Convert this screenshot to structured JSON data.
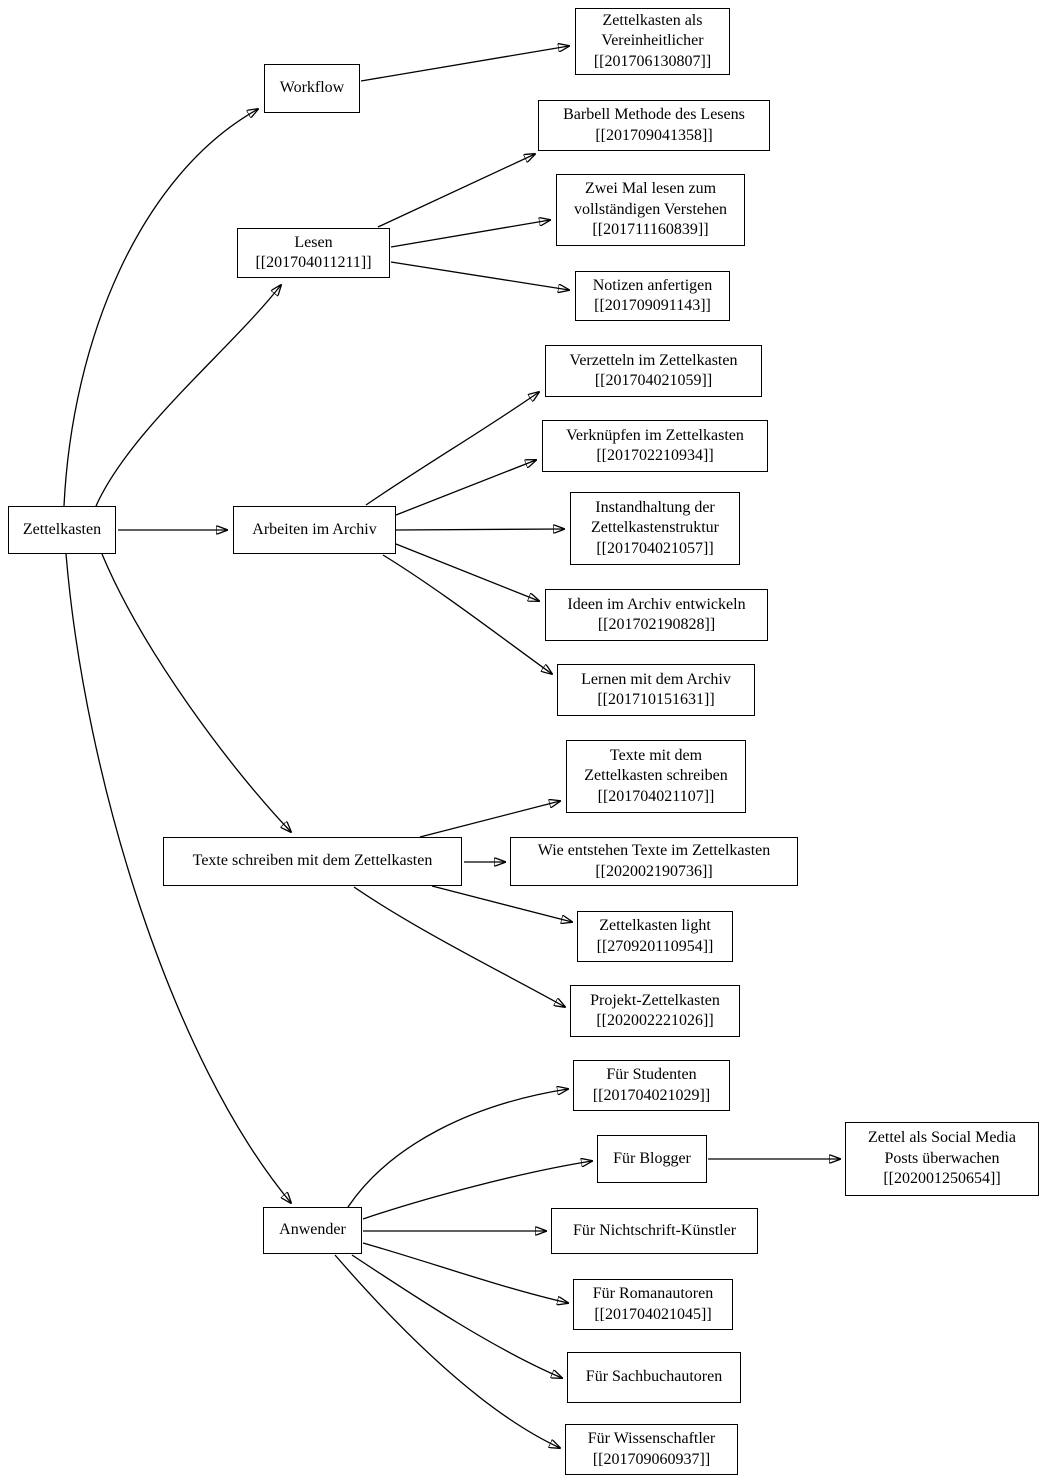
{
  "diagram": {
    "type": "directed-graph",
    "colors": {
      "background": "#ffffff",
      "node_fill": "#ffffff",
      "node_border": "#000000",
      "edge": "#000000",
      "text": "#000000"
    },
    "nodes": {
      "zettelkasten": {
        "label": "Zettelkasten"
      },
      "workflow": {
        "label": "Workflow"
      },
      "vereinheitlicher": {
        "label": "Zettelkasten als\nVereinheitlicher\n[[201706130807]]"
      },
      "lesen": {
        "label": "Lesen\n[[201704011211]]"
      },
      "barbell": {
        "label": "Barbell Methode des Lesens\n[[201709041358]]"
      },
      "zweiMal": {
        "label": "Zwei Mal lesen zum\nvollständigen Verstehen\n[[201711160839]]"
      },
      "notizen": {
        "label": "Notizen anfertigen\n[[201709091143]]"
      },
      "arbeitenImArchiv": {
        "label": "Arbeiten im Archiv"
      },
      "verzetteln": {
        "label": "Verzetteln im Zettelkasten\n[[201704021059]]"
      },
      "verknuepfen": {
        "label": "Verknüpfen im Zettelkasten\n[[201702210934]]"
      },
      "instandhaltung": {
        "label": "Instandhaltung der\nZettelkastenstruktur\n[[201704021057]]"
      },
      "ideen": {
        "label": "Ideen im Archiv entwickeln\n[[201702190828]]"
      },
      "lernen": {
        "label": "Lernen mit dem Archiv\n[[201710151631]]"
      },
      "texteSchreiben": {
        "label": "Texte schreiben mit dem Zettelkasten"
      },
      "texteMit": {
        "label": "Texte mit dem\nZettelkasten schreiben\n[[201704021107]]"
      },
      "wieEntstehen": {
        "label": "Wie entstehen Texte im Zettelkasten\n[[202002190736]]"
      },
      "light": {
        "label": "Zettelkasten light\n[[270920110954]]"
      },
      "projekt": {
        "label": "Projekt-Zettelkasten\n[[202002221026]]"
      },
      "anwender": {
        "label": "Anwender"
      },
      "studenten": {
        "label": "Für Studenten\n[[201704021029]]"
      },
      "blogger": {
        "label": "Für Blogger"
      },
      "nichtschrift": {
        "label": "Für Nichtschrift-Künstler"
      },
      "romanautoren": {
        "label": "Für Romanautoren\n[[201704021045]]"
      },
      "sachbuch": {
        "label": "Für Sachbuchautoren"
      },
      "wissenschaftler": {
        "label": "Für Wissenschaftler\n[[201709060937]]"
      },
      "socialMedia": {
        "label": "Zettel als Social Media\nPosts überwachen\n[[202001250654]]"
      }
    },
    "edges": [
      {
        "from": "zettelkasten",
        "to": "workflow"
      },
      {
        "from": "zettelkasten",
        "to": "lesen"
      },
      {
        "from": "zettelkasten",
        "to": "arbeitenImArchiv"
      },
      {
        "from": "zettelkasten",
        "to": "texteSchreiben"
      },
      {
        "from": "zettelkasten",
        "to": "anwender"
      },
      {
        "from": "workflow",
        "to": "vereinheitlicher"
      },
      {
        "from": "lesen",
        "to": "barbell"
      },
      {
        "from": "lesen",
        "to": "zweiMal"
      },
      {
        "from": "lesen",
        "to": "notizen"
      },
      {
        "from": "arbeitenImArchiv",
        "to": "verzetteln"
      },
      {
        "from": "arbeitenImArchiv",
        "to": "verknuepfen"
      },
      {
        "from": "arbeitenImArchiv",
        "to": "instandhaltung"
      },
      {
        "from": "arbeitenImArchiv",
        "to": "ideen"
      },
      {
        "from": "arbeitenImArchiv",
        "to": "lernen"
      },
      {
        "from": "texteSchreiben",
        "to": "texteMit"
      },
      {
        "from": "texteSchreiben",
        "to": "wieEntstehen"
      },
      {
        "from": "texteSchreiben",
        "to": "light"
      },
      {
        "from": "texteSchreiben",
        "to": "projekt"
      },
      {
        "from": "anwender",
        "to": "studenten"
      },
      {
        "from": "anwender",
        "to": "blogger"
      },
      {
        "from": "anwender",
        "to": "nichtschrift"
      },
      {
        "from": "anwender",
        "to": "romanautoren"
      },
      {
        "from": "anwender",
        "to": "sachbuch"
      },
      {
        "from": "anwender",
        "to": "wissenschaftler"
      },
      {
        "from": "blogger",
        "to": "socialMedia"
      }
    ]
  }
}
